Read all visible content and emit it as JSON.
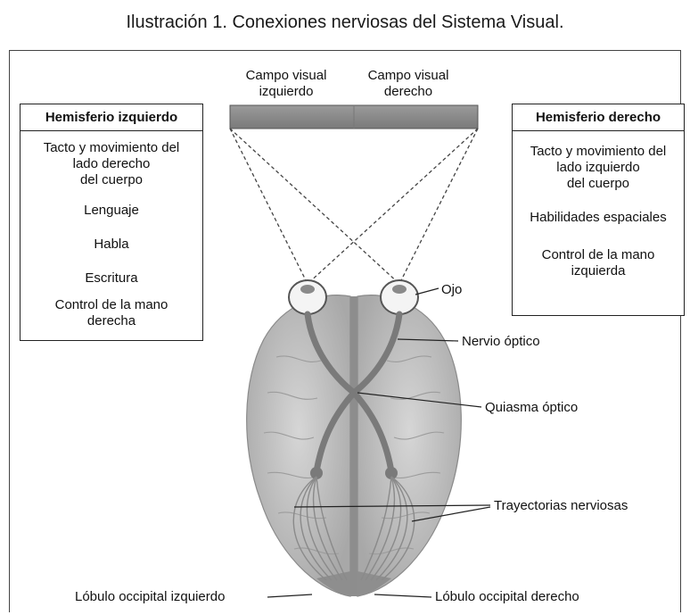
{
  "caption": "Ilustración 1. Conexiones nerviosas del Sistema Visual.",
  "visual_field": {
    "left": "Campo visual\nizquierdo",
    "right": "Campo visual\nderecho"
  },
  "left_hemisphere": {
    "title": "Hemisferio izquierdo",
    "items": [
      "Tacto y movimiento del\nlado derecho\ndel cuerpo",
      "Lenguaje",
      "Habla",
      "Escritura",
      "Control de la mano\nderecha"
    ]
  },
  "right_hemisphere": {
    "title": "Hemisferio derecho",
    "items": [
      "Tacto y movimiento del\nlado izquierdo\ndel cuerpo",
      "Habilidades espaciales",
      "Control de la mano\nizquierda"
    ]
  },
  "labels": {
    "eye": "Ojo",
    "optic_nerve": "Nervio óptico",
    "optic_chiasm": "Quiasma óptico",
    "nerve_pathways": "Trayectorias nerviosas",
    "left_occipital": "Lóbulo occipital izquierdo",
    "right_occipital": "Lóbulo occipital derecho"
  },
  "colors": {
    "field_bar": "#8a8a8a",
    "brain": "#c9c9c9",
    "brain_shade": "#a9a9a9",
    "nerve": "#7a7a7a"
  }
}
